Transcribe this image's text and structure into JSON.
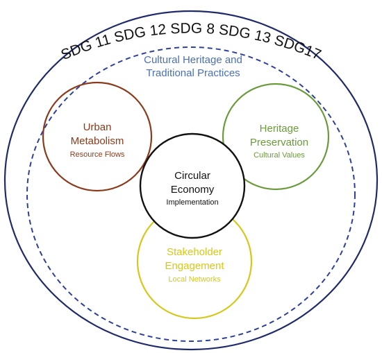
{
  "sdg_arc_text": "SDG 11  SDG 12 SDG 8 SDG 13 SDG17",
  "frame_title": {
    "line1": "Cultural Heritage and",
    "line2": "Traditional Practices"
  },
  "nodes": {
    "urban_metabolism": {
      "title_line1": "Urban",
      "title_line2": "Metabolism",
      "subtitle": "Resource Flows"
    },
    "heritage_preservation": {
      "title_line1": "Heritage",
      "title_line2": "Preservation",
      "subtitle": "Cultural Values"
    },
    "circular_economy": {
      "title_line1": "Circular",
      "title_line2": "Economy",
      "subtitle": "Implementation"
    },
    "stakeholder_engagement": {
      "title_line1": "Stakeholder",
      "title_line2": "Engagement",
      "subtitle": "Local Networks"
    }
  },
  "colors": {
    "outer_ring": "#1f2a6b",
    "dashed_ring": "#2d3f9a",
    "frame_title": "#4a6fb8",
    "urban": "#8b3a1c",
    "heritage": "#6a9a3a",
    "center": "#111111",
    "stakeholder": "#d6c81a",
    "sdg_text": "#111111"
  }
}
